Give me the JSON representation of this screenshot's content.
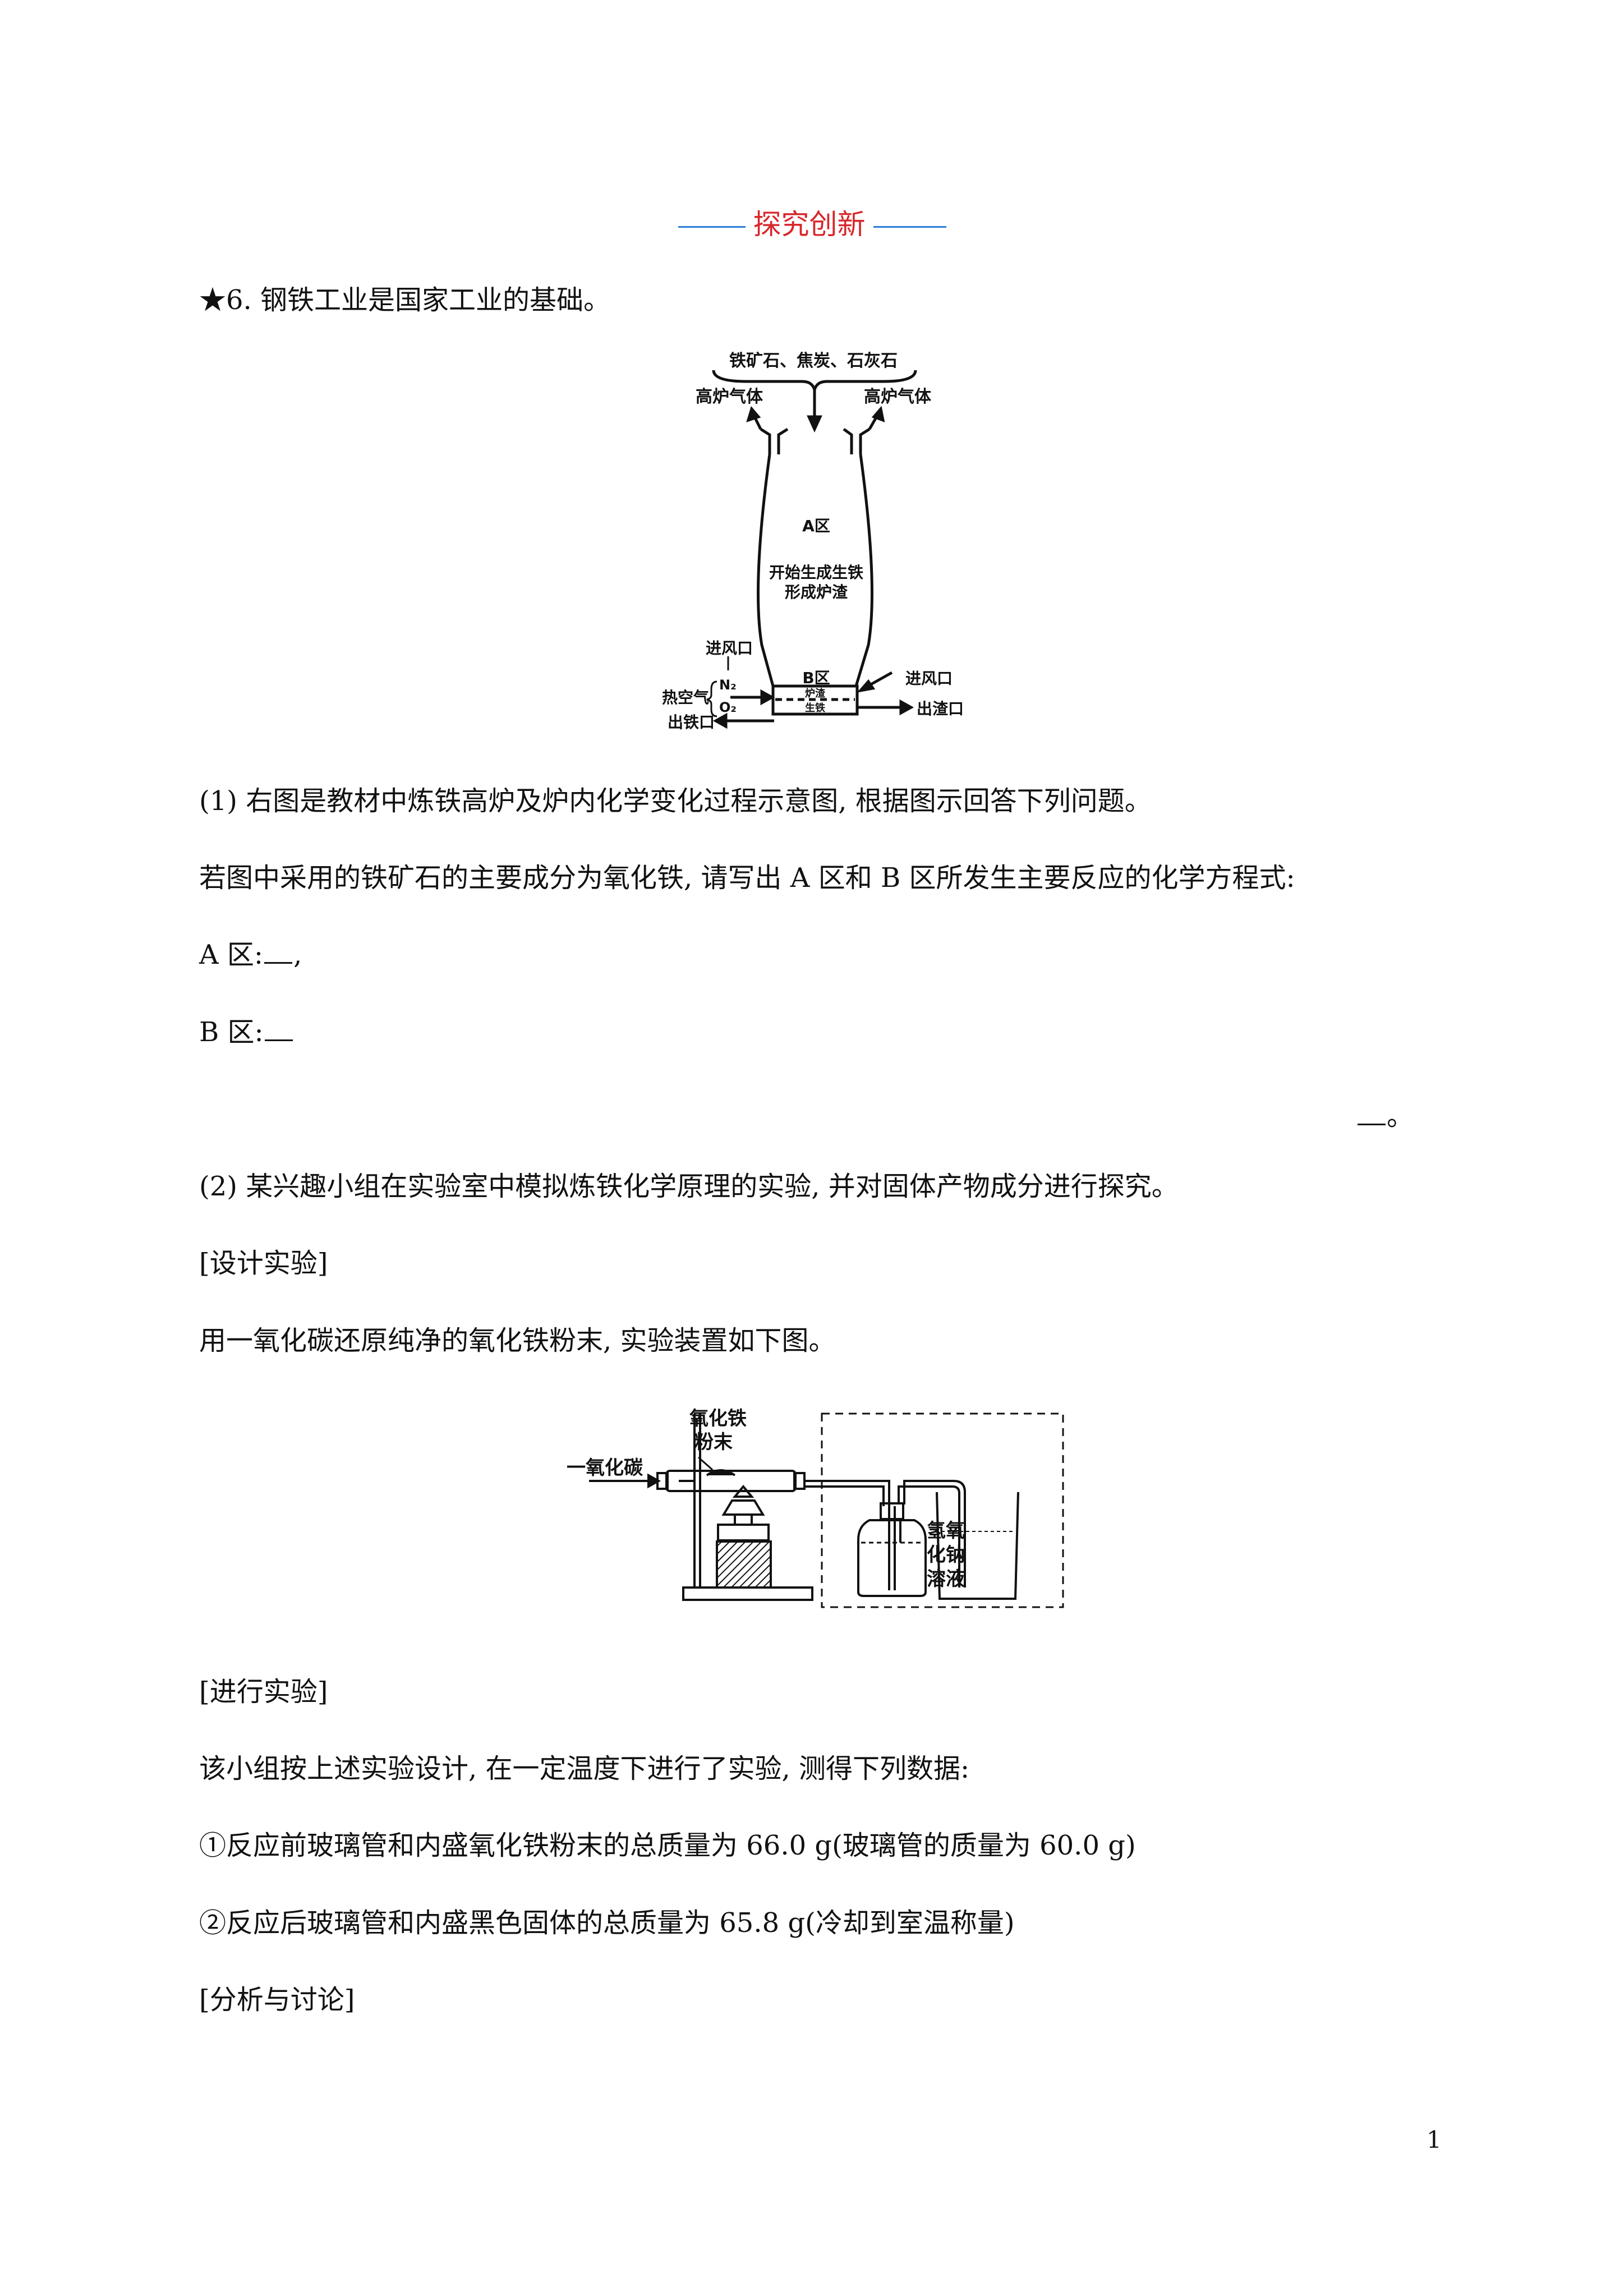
{
  "section_title": "探究创新",
  "q_heading": "★6. 钢铁工业是国家工业的基础。",
  "figure1": {
    "top_label": "铁矿石、焦炭、石灰石",
    "gas_left": "高炉气体",
    "gas_right": "高炉气体",
    "zone_a": "A区",
    "zone_a_line1": "开始生成生铁",
    "zone_a_line2": "形成炉渣",
    "zone_b": "B区",
    "inlet_left": "进风口",
    "hot_air": "热空气",
    "n2": "N₂",
    "o2": "O₂",
    "slag": "炉渣",
    "iron_liquid": "生铁",
    "iron_outlet": "出铁口",
    "inlet_right": "进风口",
    "slag_outlet": "出渣口"
  },
  "p1": "(1) 右图是教材中炼铁高炉及炉内化学变化过程示意图, 根据图示回答下列问题。",
  "p2": "若图中采用的铁矿石的主要成分为氧化铁, 请写出 A 区和 B 区所发生主要反应的化学方程式:",
  "a_zone": "A 区:",
  "a_end": ",",
  "b_zone": "B 区:",
  "period_end": "。",
  "p3": "(2) 某兴趣小组在实验室中模拟炼铁化学原理的实验, 并对固体产物成分进行探究。",
  "design": "[设计实验]",
  "p4": "用一氧化碳还原纯净的氧化铁粉末, 实验装置如下图。",
  "figure2": {
    "co": "一氧化碳",
    "fe2o3_1": "氧化铁",
    "fe2o3_2": "粉末",
    "naoh_1": "氢氧",
    "naoh_2": "化钠",
    "naoh_3": "溶液"
  },
  "conduct": "[进行实验]",
  "p5": "该小组按上述实验设计, 在一定温度下进行了实验, 测得下列数据:",
  "d1": "①反应前玻璃管和内盛氧化铁粉末的总质量为 66.0 g(玻璃管的质量为 60.0 g)",
  "d2": "②反应后玻璃管和内盛黑色固体的总质量为 65.8 g(冷却到室温称量)",
  "analysis": "[分析与讨论]",
  "page_number": "1"
}
